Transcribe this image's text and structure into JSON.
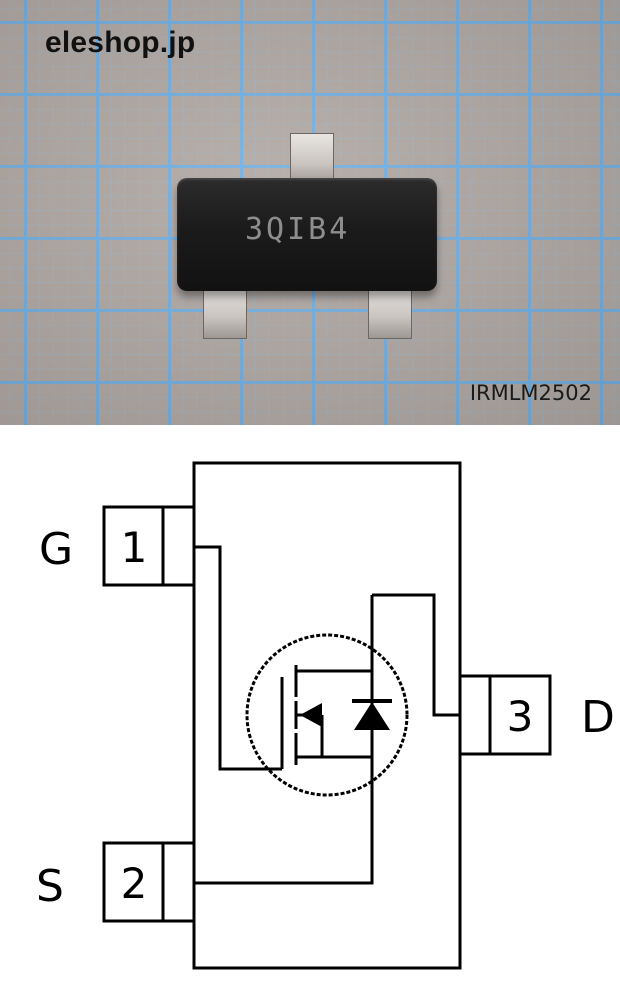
{
  "photo": {
    "brand": "eleshop.jp",
    "part_number": "IRMLM2502",
    "chip_marking": "3QIB4"
  },
  "pins": [
    {
      "letter": "G",
      "number": "1"
    },
    {
      "letter": "S",
      "number": "2"
    },
    {
      "letter": "D",
      "number": "3"
    }
  ],
  "colors": {
    "grid_line": "#6cb2eb",
    "photo_background": "#b3aaa5",
    "chip_body": "#1b1b1b",
    "line": "#000000"
  }
}
